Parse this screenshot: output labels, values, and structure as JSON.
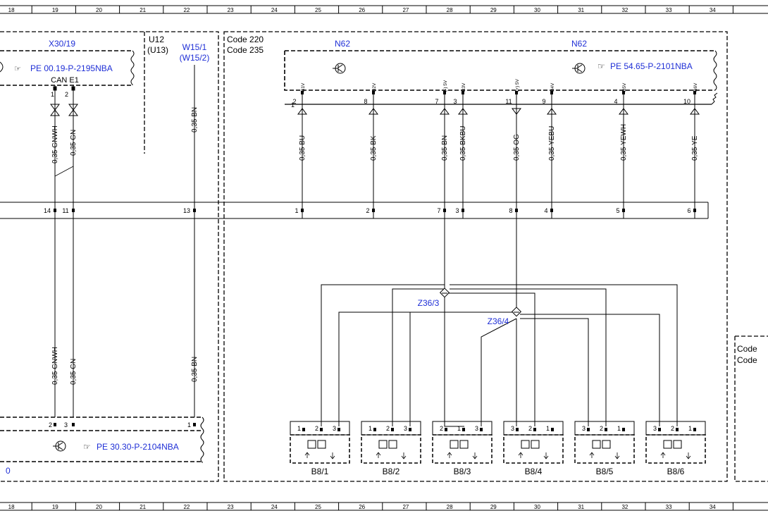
{
  "ruler": {
    "columns": [
      "18",
      "19",
      "20",
      "21",
      "22",
      "23",
      "24",
      "25",
      "26",
      "27",
      "28",
      "29",
      "30",
      "31",
      "32",
      "33",
      "34"
    ]
  },
  "left_module": {
    "title": "X30/19",
    "ref": "PE 00.19-P-2195NBA",
    "can_label": "CAN E1",
    "pin1": "1",
    "pin2": "2",
    "wire1": "0,35 GNWH",
    "wire2": "0,35 GN",
    "conn_pin1": "14",
    "conn_pin2": "11",
    "wire1_lower": "0,35 GNWH",
    "wire2_lower": "0,35 GN"
  },
  "u12": {
    "line1": "U12",
    "line2": "(U13)"
  },
  "w15": {
    "line1": "W15/1",
    "line2": "(W15/2)",
    "wire": "0,35 BN",
    "conn_pin": "13",
    "wire_lower": "0,35 BN",
    "bottom_pin": "1"
  },
  "code_box": {
    "line1": "Code 220",
    "line2": "Code 235"
  },
  "n62": {
    "label_left": "N62",
    "label_right": "N62",
    "ref": "PE 54.65-P-2101NBA",
    "pins": [
      {
        "num": "2",
        "sig": "B1V",
        "wire": "0,35 BU",
        "conn": "1"
      },
      {
        "num": "8",
        "sig": "B2V",
        "wire": "0,35 BK",
        "conn": "2"
      },
      {
        "num": "7",
        "sig": "(-) 5V",
        "wire": "0,35 BN",
        "conn": "7"
      },
      {
        "num": "3",
        "sig": "B3V",
        "wire": "0,35 BKBU",
        "conn": "3"
      },
      {
        "num": "11",
        "sig": "(+) 5V",
        "wire": "0,35 OG",
        "conn": "8"
      },
      {
        "num": "9",
        "sig": "B4V",
        "wire": "0,35 YEBU",
        "conn": "4"
      },
      {
        "num": "4",
        "sig": "B5V",
        "wire": "0,35 YEWH",
        "conn": "5"
      },
      {
        "num": "10",
        "sig": "B6V",
        "wire": "0,35 YE",
        "conn": "6"
      }
    ],
    "pin_extra": "1"
  },
  "splices": {
    "z1": "Z36/3",
    "z2": "Z36/4"
  },
  "sensors": [
    {
      "label": "B8/1",
      "pins": [
        "1",
        "2",
        "3"
      ]
    },
    {
      "label": "B8/2",
      "pins": [
        "1",
        "2",
        "3"
      ]
    },
    {
      "label": "B8/3",
      "pins": [
        "2",
        "1",
        "3"
      ]
    },
    {
      "label": "B8/4",
      "pins": [
        "3",
        "2",
        "1"
      ]
    },
    {
      "label": "B8/5",
      "pins": [
        "3",
        "2",
        "1"
      ]
    },
    {
      "label": "B8/6",
      "pins": [
        "3",
        "2",
        "1"
      ]
    }
  ],
  "bottom_module": {
    "ref": "PE 30.30-P-2104NBA",
    "pin1": "2",
    "pin2": "3",
    "label_zero": "0"
  },
  "right_edge": {
    "line1": "Code",
    "line2": "Code"
  },
  "colors": {
    "reference_text": "#1f2fd6",
    "line": "#000000"
  }
}
